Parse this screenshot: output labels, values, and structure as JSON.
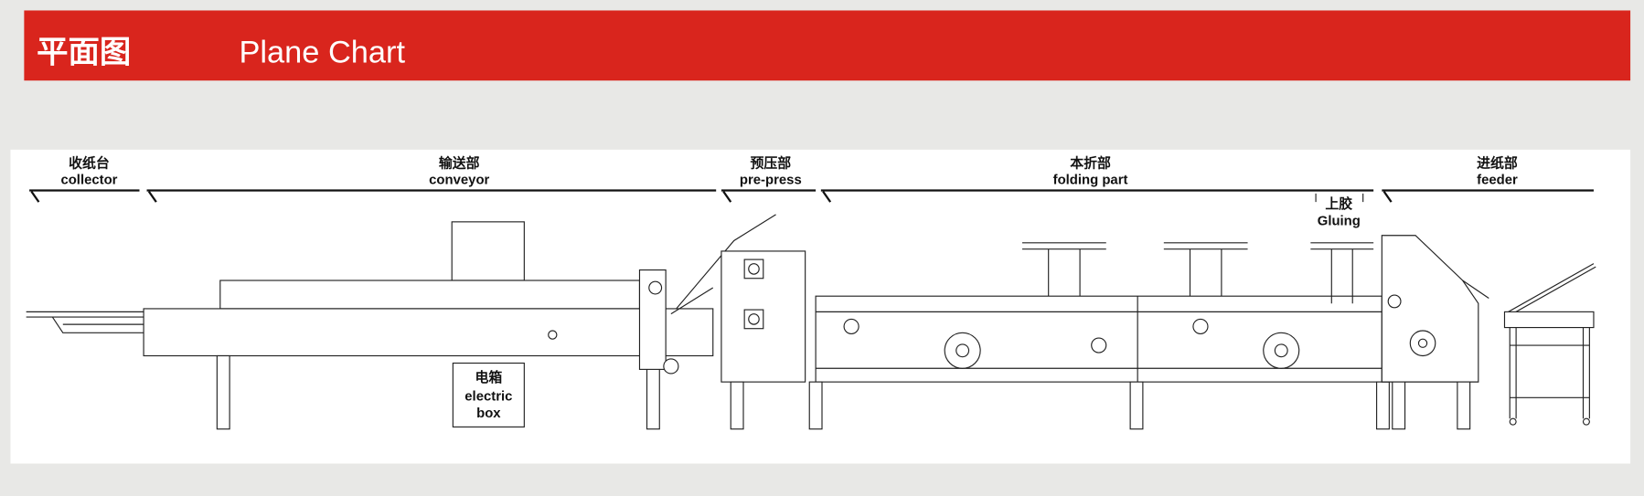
{
  "header": {
    "title_cn": "平面图",
    "title_en": "Plane Chart",
    "banner_color": "#d9251d"
  },
  "sections": [
    {
      "cn": "收纸台",
      "en": "collector"
    },
    {
      "cn": "输送部",
      "en": "conveyor"
    },
    {
      "cn": "预压部",
      "en": "pre-press"
    },
    {
      "cn": "本折部",
      "en": "folding part"
    },
    {
      "cn": "进纸部",
      "en": "feeder"
    }
  ],
  "gluing": {
    "cn": "上胶",
    "en": "Gluing"
  },
  "electric_box": {
    "cn": "电箱",
    "en1": "electric",
    "en2": "box"
  }
}
